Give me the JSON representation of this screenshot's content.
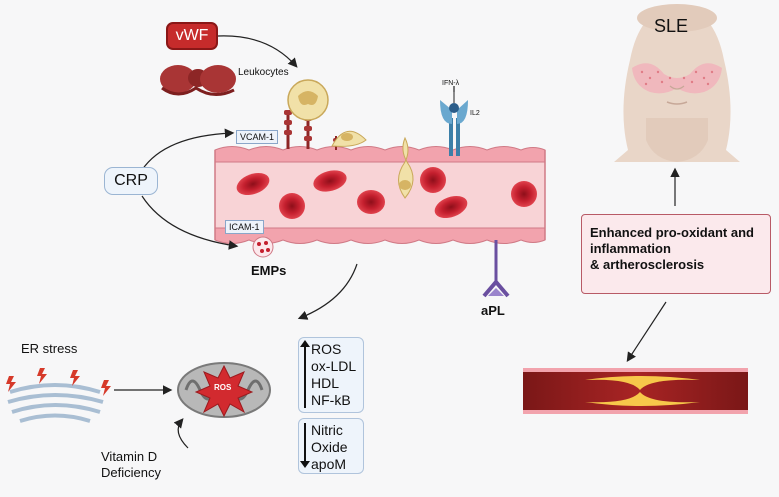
{
  "labels": {
    "vwf": "vWF",
    "leukocytes": "Leukocytes",
    "crp": "CRP",
    "vcam": "VCAM-1",
    "icam": "ICAM-1",
    "emps": "EMPs",
    "ifn": "IFN-λ",
    "il2": "IL2",
    "apl": "aPL",
    "sle": "SLE",
    "ros": "ROS",
    "er_stress": "ER stress",
    "vitamin_d": [
      "Vitamin D",
      "Deficiency"
    ]
  },
  "enhanced_box": [
    "Enhanced pro-oxidant and",
    "inflammation",
    "& artherosclerosis"
  ],
  "increased_markers": [
    "ROS",
    "ox-LDL",
    "HDL",
    "NF-kB"
  ],
  "decreased_markers": [
    "Nitric",
    "Oxide",
    "apoM"
  ],
  "colors": {
    "vessel_wall": "#f2a3ad",
    "vessel_lumen": "#f8d3d6",
    "rbc": "#c41f2e",
    "leukocyte": "#f1e1a8",
    "box_fill": "#eef4fb",
    "enhanced_fill": "#fbe9ec"
  }
}
